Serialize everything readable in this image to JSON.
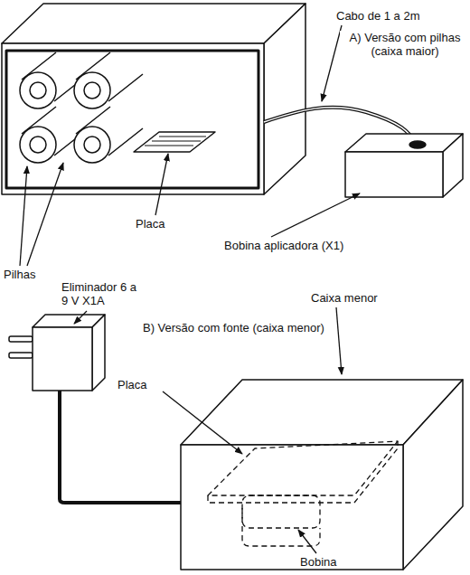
{
  "diagram": {
    "labels": [
      "Cabo de 1 a 2m",
      "A) Versão com pilhas (caixa maior)",
      "Pilhas",
      "Placa",
      "Bobina aplicadora (X1)",
      "Eliminador 6 a 9 V X1A",
      "B) Versão com fonte (caixa menor)",
      "Caixa menor",
      "Placa",
      "Bobina"
    ]
  }
}
